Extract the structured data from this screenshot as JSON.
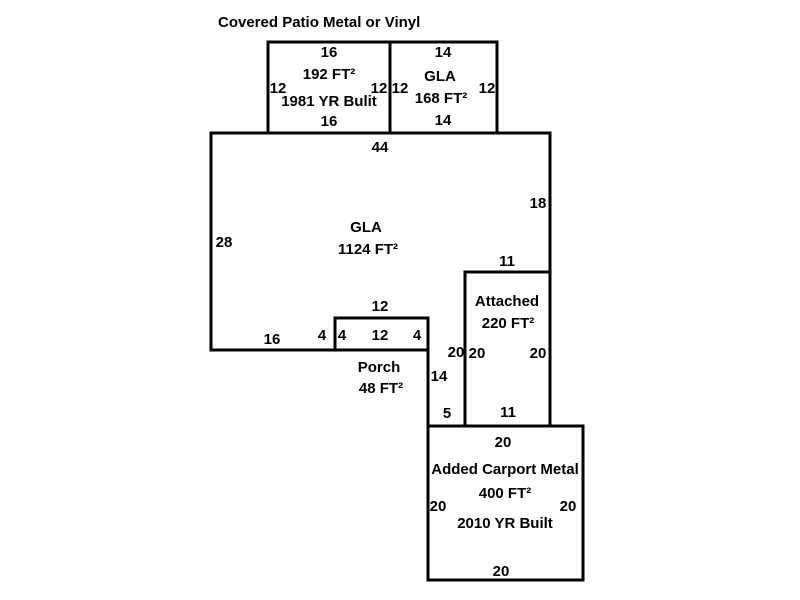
{
  "title": "Covered Patio Metal or Vinyl",
  "covered_patio": {
    "dim_top": "16",
    "area": "192 FT²",
    "dim_left": "12",
    "year": "1981 YR Bulit",
    "dim_right": "12",
    "dim_bottom": "16"
  },
  "gla_addition": {
    "dim_top": "14",
    "label": "GLA",
    "dim_left": "12",
    "area": "168 FT²",
    "dim_right": "12",
    "dim_bottom": "14"
  },
  "main_gla": {
    "dim_top": "44",
    "dim_right": "18",
    "label": "GLA",
    "area": "1124 FT²",
    "dim_left": "28",
    "dim_bottom_left": "16",
    "dim_notch": "4",
    "dim_ext_right": "20",
    "dim_ext_left": "14",
    "dim_ext_bottom": "5"
  },
  "porch": {
    "dim_top_outside": "12",
    "dim_left": "4",
    "dim_inner": "12",
    "dim_right": "4",
    "label": "Porch",
    "area": "48 FT²"
  },
  "attached": {
    "dim_top": "11",
    "label": "Attached",
    "area": "220 FT²",
    "dim_left": "20",
    "dim_right": "20",
    "dim_bottom": "11"
  },
  "carport": {
    "dim_top": "20",
    "label": "Added Carport Metal",
    "area": "400 FT²",
    "dim_left": "20",
    "dim_right": "20",
    "year": "2010 YR Built",
    "dim_bottom": "20"
  }
}
